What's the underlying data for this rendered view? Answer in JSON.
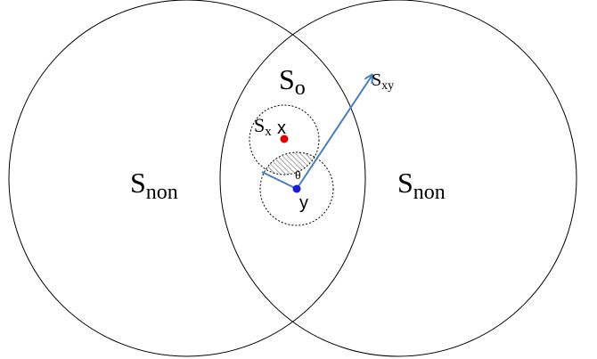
{
  "labels": {
    "s_o": {
      "main": "S",
      "sub": "o"
    },
    "s_x": {
      "main": "S",
      "sub": "x"
    },
    "x": "x",
    "y": "y",
    "s_xy": {
      "main": "S",
      "sub": "xy"
    },
    "s_non_left": {
      "main": "S",
      "sub": "non"
    },
    "s_non_right": {
      "main": "S",
      "sub": "non"
    },
    "theta": "θ"
  },
  "colors": {
    "stroke": "#000000",
    "arrow": "#4a7ebb",
    "point_x": "#e00000",
    "point_y": "#1a1adc",
    "hatch": "#8c8c8c"
  }
}
